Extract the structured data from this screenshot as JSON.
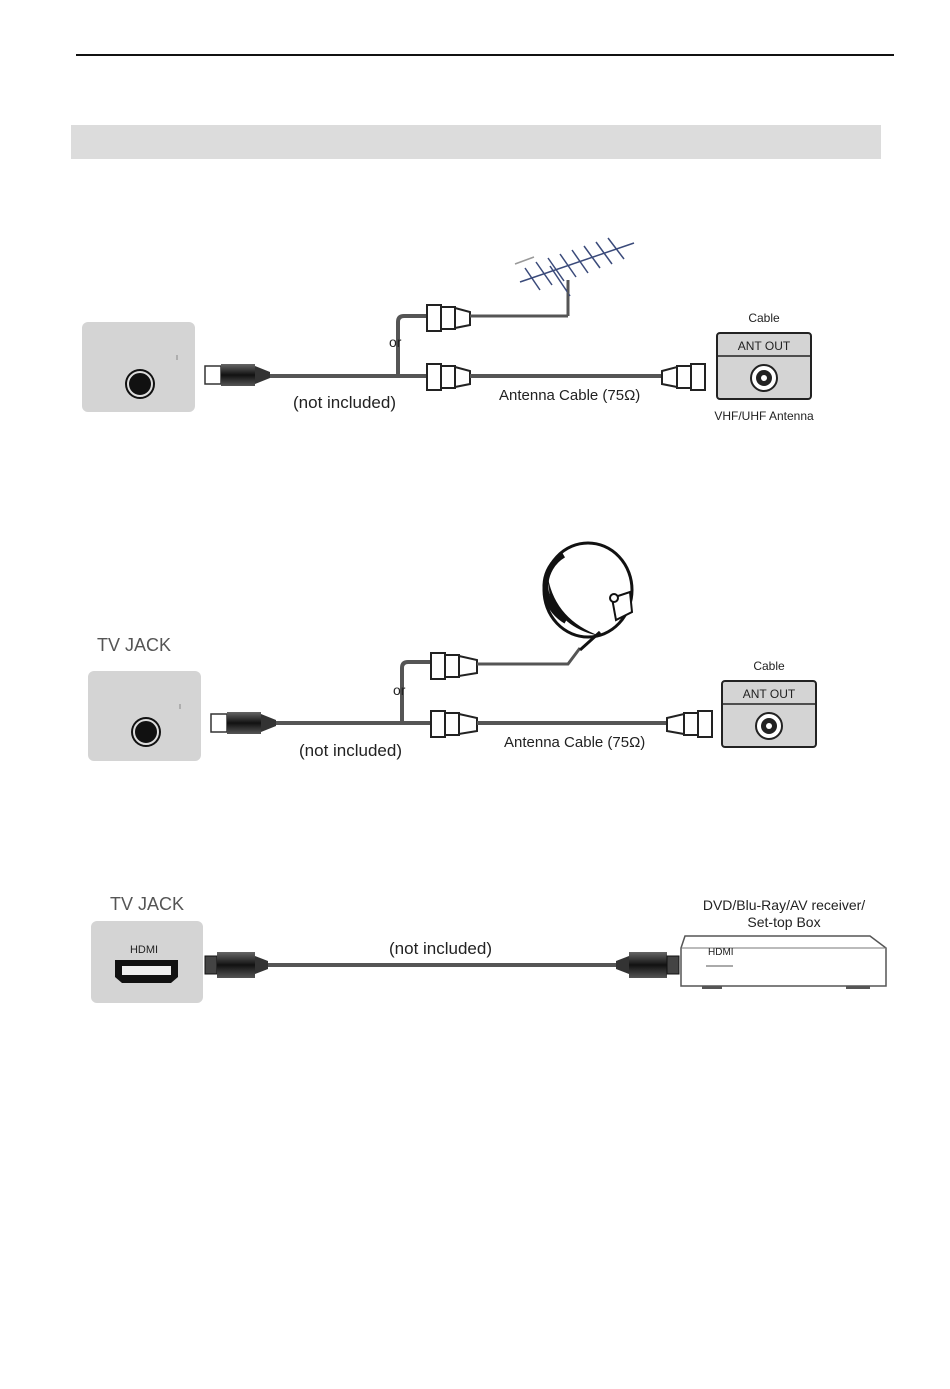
{
  "diagram1": {
    "or_label": "or",
    "not_included": "(not included)",
    "cable_label": "Antenna Cable (75Ω)",
    "source_top_label": "Cable",
    "port_label": "ANT OUT",
    "source_bottom_label": "VHF/UHF Antenna"
  },
  "diagram2": {
    "jack_title": "TV JACK",
    "or_label": "or",
    "not_included": "(not included)",
    "cable_label": "Antenna Cable (75Ω)",
    "source_top_label": "Cable",
    "port_label": "ANT OUT"
  },
  "diagram3": {
    "jack_title": "TV JACK",
    "jack_port_label": "HDMI",
    "not_included": "(not included)",
    "device_label_line1": "DVD/Blu-Ray/AV receiver/",
    "device_label_line2": "Set-top Box",
    "device_port_label": "HDMI"
  }
}
